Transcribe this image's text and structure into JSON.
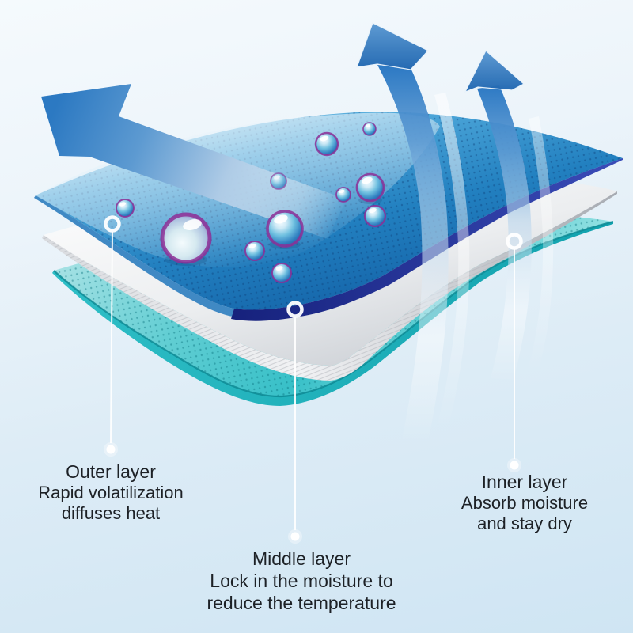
{
  "figure": {
    "type": "fabric-layer-structure-diagram",
    "background_top": "#f5fafd",
    "background_bottom": "#cfe5f3"
  },
  "callouts": {
    "outer": {
      "line1": "Outer layer",
      "line2": "Rapid volatilization",
      "line3": "diffuses heat"
    },
    "middle": {
      "line1": "Middle layer",
      "line2": "Lock in the moisture to",
      "line3": "reduce the temperature"
    },
    "inner": {
      "line1": "Inner layer",
      "line2": "Absorb moisture",
      "line3": "and stay dry"
    }
  },
  "colors": {
    "outer_layer_blue": "#2a80c1",
    "outer_layer_edge_navy": "#1c2b8e",
    "middle_layer_white": "#e9ebee",
    "inner_layer_teal": "#3cc2ca",
    "arrow_blue": "#2e7ac4",
    "droplet_rim_purple": "#8d2f96",
    "leader_line_white": "#ffffff",
    "text": "#1d2126"
  },
  "icons": {
    "heat_arrow": "up-left-arrow",
    "vapor_arrow_left": "curved-up-arrow",
    "vapor_arrow_right": "curved-up-arrow",
    "droplet": "water-droplet"
  }
}
